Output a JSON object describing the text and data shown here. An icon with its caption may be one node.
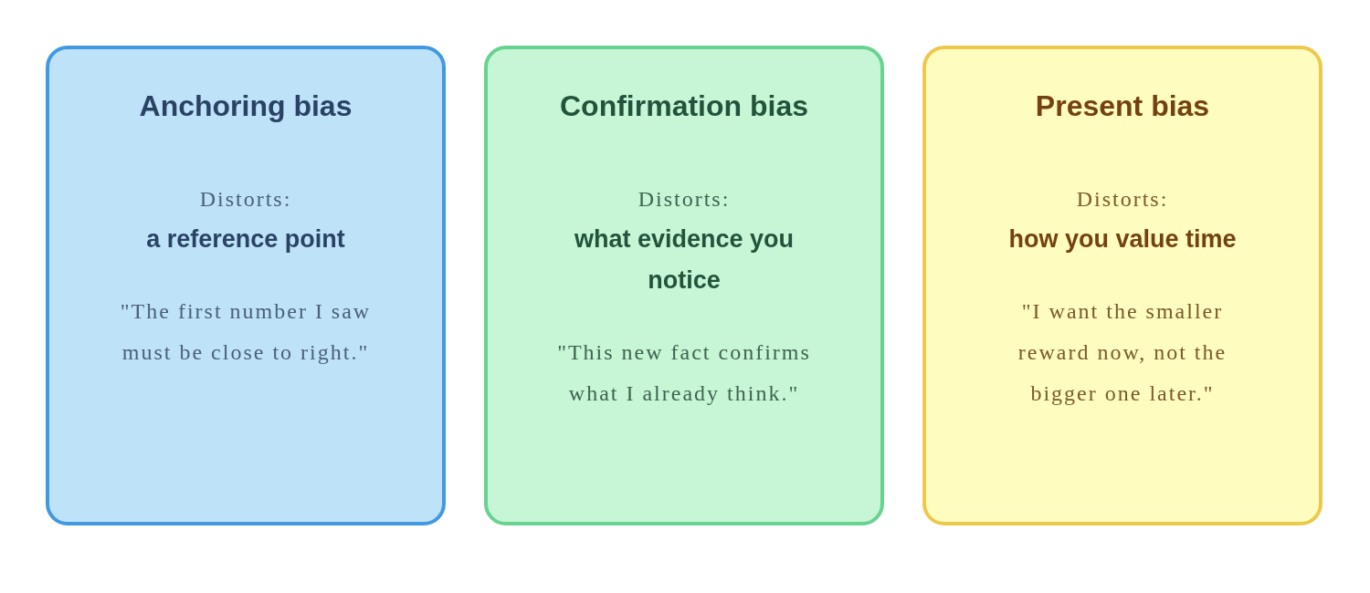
{
  "diagram": {
    "nodes": [
      {
        "text": [
          "Anchoring bias",
          "Distorts:",
          "a reference point",
          "\"The first number I saw must be close to right.\""
        ]
      },
      {
        "text": [
          "Confirmation bias",
          "Distorts:",
          "what evidence you notice",
          "\"This new fact confirms what I already think.\""
        ]
      },
      {
        "text": [
          "Present bias",
          "Distorts:",
          "how you value time",
          "\"I want the smaller reward now, not the bigger one later.\""
        ]
      }
    ]
  }
}
